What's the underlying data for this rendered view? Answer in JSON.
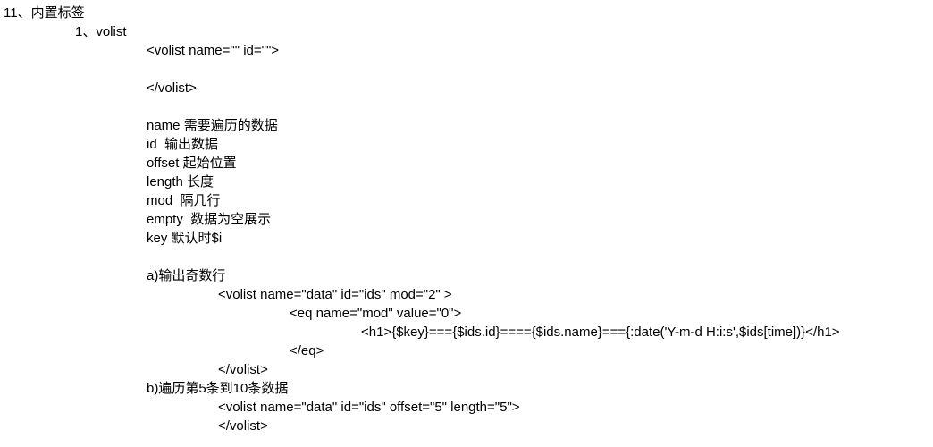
{
  "heading": "11、内置标签",
  "subheading": "1、volist",
  "syntax_open": "<volist name=\"\" id=\"\">",
  "syntax_close": "</volist>",
  "params": [
    "name 需要遍历的数据",
    "id  输出数据",
    "offset 起始位置",
    "length 长度",
    "mod  隔几行",
    "empty  数据为空展示",
    "key 默认时$i"
  ],
  "example_a": {
    "title": "a)输出奇数行",
    "lines": [
      "<volist name=\"data\" id=\"ids\" mod=\"2\" >",
      "<eq name=\"mod\" value=\"0\">",
      "<h1>{$key}==={$ids.id}===={$ids.name}==={:date('Y-m-d H:i:s',$ids[time])}</h1>",
      "</eq>",
      "</volist>"
    ]
  },
  "example_b": {
    "title": "b)遍历第5条到10条数据",
    "lines": [
      "<volist name=\"data\" id=\"ids\" offset=\"5\" length=\"5\">",
      "</volist>"
    ]
  }
}
